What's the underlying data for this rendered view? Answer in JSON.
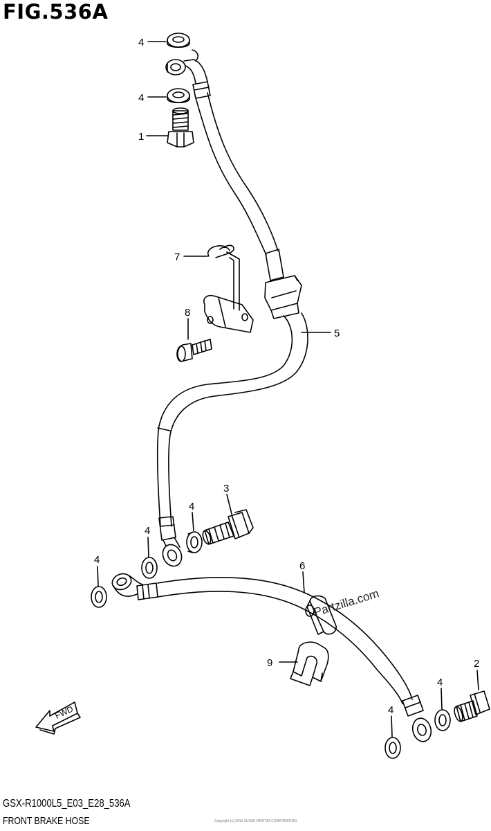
{
  "title": "FIG.536A",
  "footer": {
    "code": "GSX-R1000L5_E03_E28_536A",
    "description": "FRONT BRAKE HOSE",
    "tiny_print": "Copyright (c) 2015 SUZUKI MOTOR CORPORATION"
  },
  "watermark": "Partzilla.com",
  "fwd_label": "FWD",
  "callouts": [
    {
      "id": "c1",
      "label": "4"
    },
    {
      "id": "c2",
      "label": "4"
    },
    {
      "id": "c3",
      "label": "1"
    },
    {
      "id": "c4",
      "label": "7"
    },
    {
      "id": "c5",
      "label": "8"
    },
    {
      "id": "c6",
      "label": "5"
    },
    {
      "id": "c7",
      "label": "3"
    },
    {
      "id": "c8",
      "label": "4"
    },
    {
      "id": "c9",
      "label": "4"
    },
    {
      "id": "c10",
      "label": "4"
    },
    {
      "id": "c11",
      "label": "6"
    },
    {
      "id": "c12",
      "label": "9"
    },
    {
      "id": "c13",
      "label": "2"
    },
    {
      "id": "c14",
      "label": "4"
    },
    {
      "id": "c15",
      "label": "4"
    }
  ]
}
